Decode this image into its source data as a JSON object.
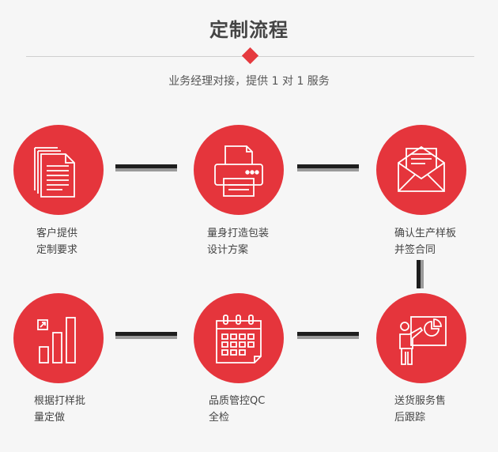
{
  "header": {
    "title": "定制流程",
    "subtitle": "业务经理对接，提供 1 对 1 服务"
  },
  "accent_color": "#e5353c",
  "steps": [
    {
      "icon": "documents-icon",
      "line1": "客户提供",
      "line2": "定制要求"
    },
    {
      "icon": "printer-icon",
      "line1": "量身打造包装",
      "line2": "设计方案"
    },
    {
      "icon": "envelope-icon",
      "line1": "确认生产样板",
      "line2": "并签合同"
    },
    {
      "icon": "bar-chart-icon",
      "line1": "根据打样批",
      "line2": "量定做"
    },
    {
      "icon": "calendar-icon",
      "line1": "品质管控QC",
      "line2": "全检"
    },
    {
      "icon": "presentation-icon",
      "line1": "送货服务售",
      "line2": "后跟踪"
    }
  ]
}
